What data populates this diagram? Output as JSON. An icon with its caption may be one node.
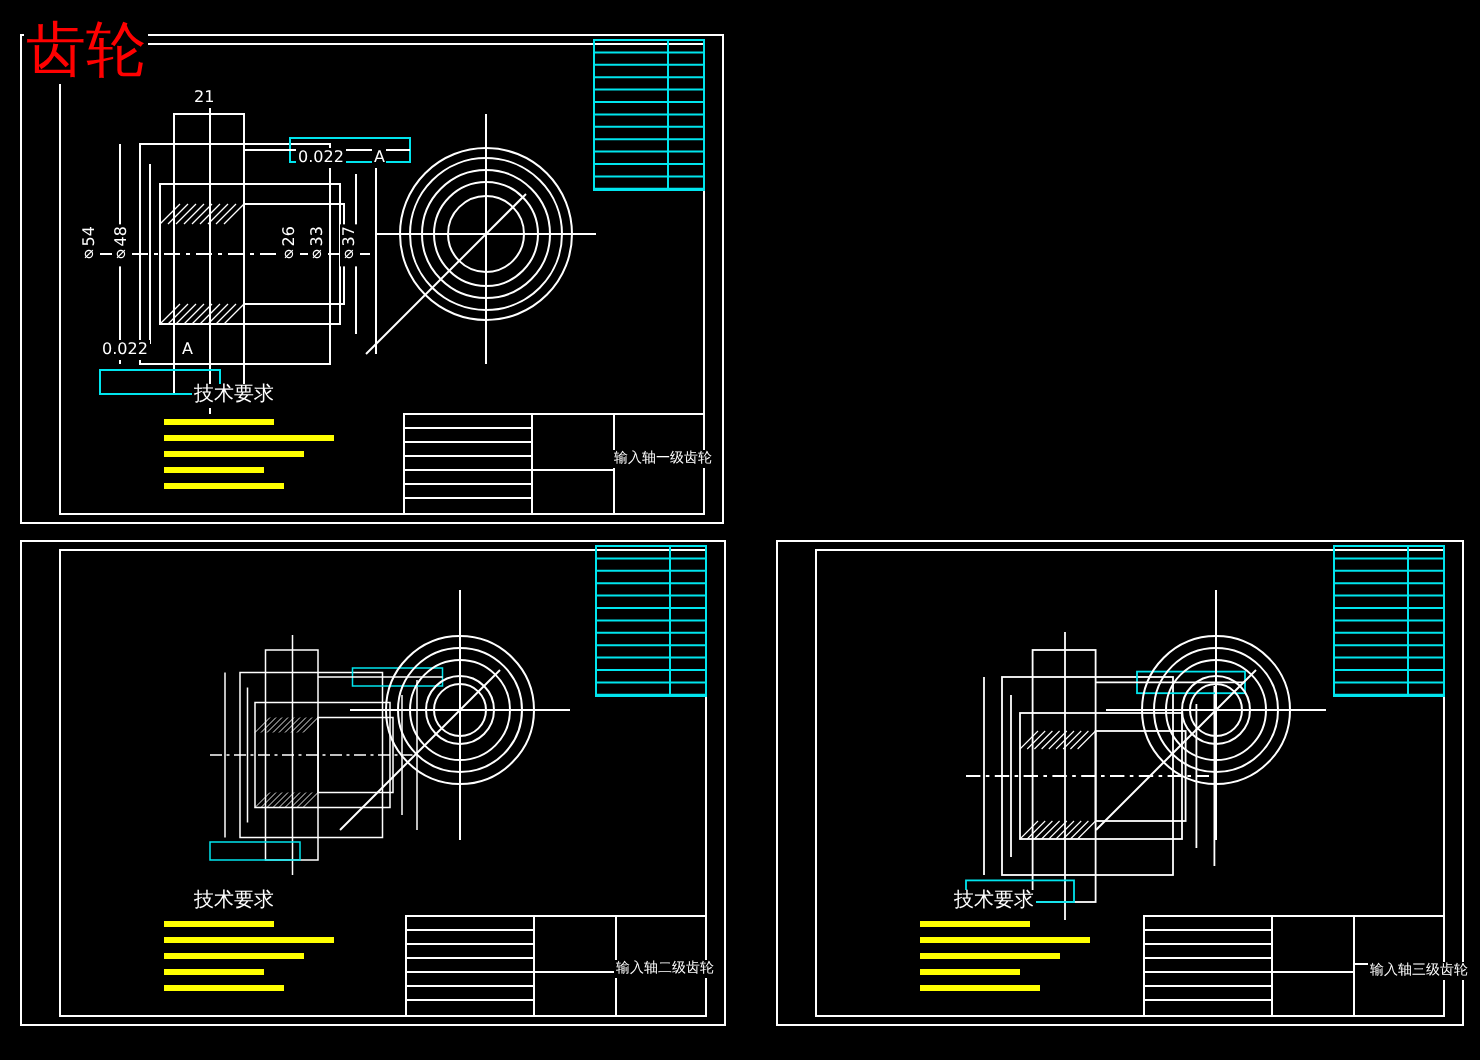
{
  "diagram": {
    "title": "齿轮",
    "labels": [
      "21",
      "0.022",
      "A",
      "⌀54",
      "⌀48",
      "⌀26",
      "⌀33",
      "⌀37",
      "0.022",
      "A",
      "技术要求",
      "输入轴一级齿轮",
      "技术要求",
      "输入轴二级齿轮",
      "技术要求",
      "输入轴三级齿轮"
    ]
  }
}
